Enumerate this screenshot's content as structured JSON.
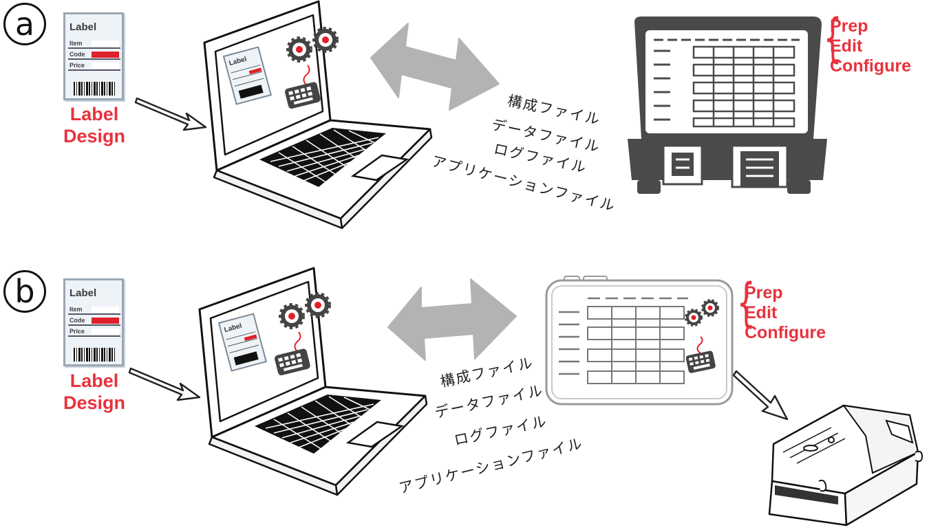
{
  "panels": [
    {
      "marker": "a",
      "card": {
        "title": "Label",
        "rows": [
          "Item",
          "Code",
          "Price"
        ]
      },
      "design_label": [
        "Label",
        "Design"
      ],
      "file_types": [
        "構成ファイル",
        "データファイル",
        "ログファイル",
        "アプリケーションファイル"
      ],
      "tasks": [
        "Prep",
        "Edit",
        "Configure"
      ]
    },
    {
      "marker": "b",
      "card": {
        "title": "Label",
        "rows": [
          "Item",
          "Code",
          "Price"
        ]
      },
      "design_label": [
        "Label",
        "Design"
      ],
      "file_types": [
        "構成ファイル",
        "データファイル",
        "ログファイル",
        "アプリケーションファイル"
      ],
      "tasks": [
        "Prep",
        "Edit",
        "Configure"
      ]
    }
  ],
  "icons": [
    "laptop-icon",
    "gear-icon",
    "keyboard-icon",
    "double-arrow-icon",
    "arrow-icon",
    "kiosk-terminal-icon",
    "tablet-icon",
    "label-printer-icon"
  ],
  "colors": {
    "accent_red": "#e8323d",
    "arrow_gray": "#b3b3b3",
    "terminal_dark": "#4a4a4a"
  }
}
